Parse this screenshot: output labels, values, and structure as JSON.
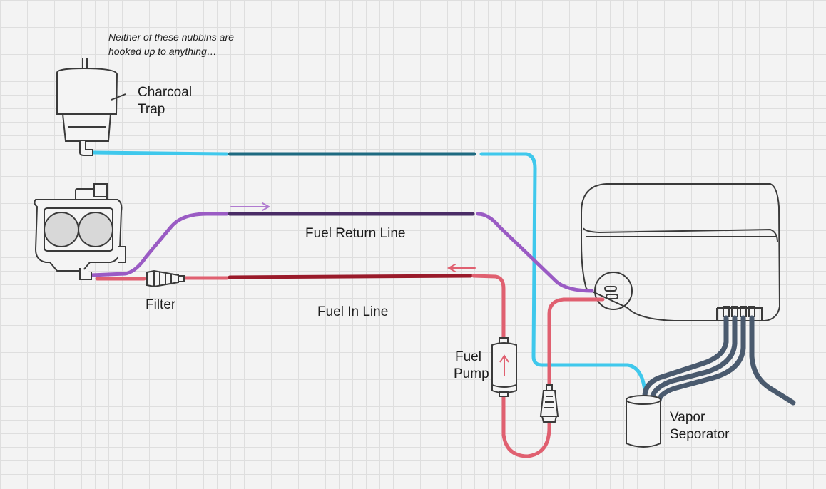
{
  "note": {
    "line1": "Neither of these nubbins are",
    "line2": "hooked up to anything…"
  },
  "labels": {
    "charcoal_trap": [
      "Charcoal",
      "Trap"
    ],
    "fuel_return_line": "Fuel Return Line",
    "filter": "Filter",
    "fuel_in_line": "Fuel In Line",
    "fuel_pump": [
      "Fuel",
      "Pump"
    ],
    "vapor_separator": [
      "Vapor",
      "Seporator"
    ]
  },
  "colors": {
    "vent_line": "#3fc8ec",
    "vent_line_dark": "#1e6a80",
    "return_line": "#9a5bc4",
    "return_line_dark": "#4a2c66",
    "in_line": "#e06070",
    "in_line_dark": "#9a1a2a",
    "vapor_hose": "#4a5a6e",
    "pencil": "#3a3a3a"
  }
}
